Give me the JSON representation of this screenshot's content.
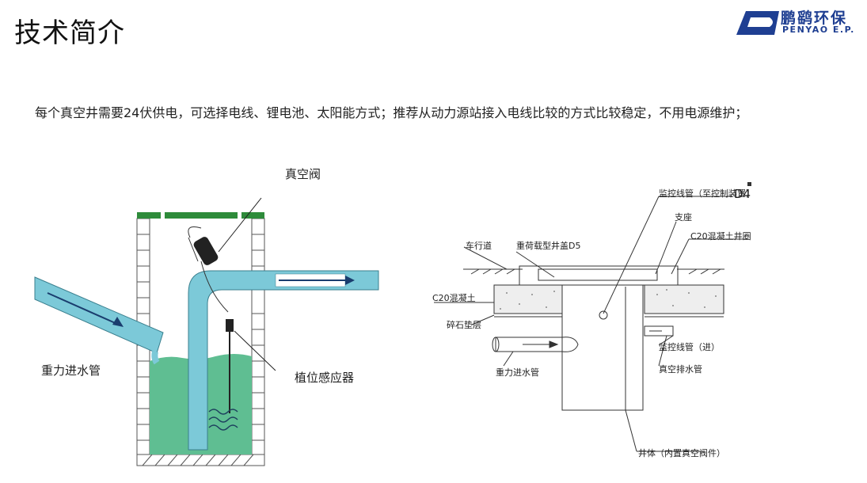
{
  "page": {
    "title": "技术简介",
    "description": "每个真空井需要24伏供电，可选择电线、锂电池、太阳能方式；推荐从动力源站接入电线比较的方式比较稳定，不用电源维护；"
  },
  "logo": {
    "name_cn": "鹏鹞环保",
    "name_en": "PENYAO E.P."
  },
  "left_diagram": {
    "label_valve": "真空阀",
    "label_inlet": "重力进水管",
    "label_sensor": "植位感应器"
  },
  "right_diagram": {
    "label_monitor_pipe": "监控线管（至控制装置）",
    "label_d4": "D4",
    "label_support": "支座",
    "label_lane": "车行道",
    "label_cover": "重荷载型井盖D5",
    "label_c20_ring": "C20混凝土井圈",
    "label_c20": "C20混凝土",
    "label_gravel": "碎石垫层",
    "label_monitor_in": "监控线管（进）",
    "label_gravity_pipe": "重力进水管",
    "label_vacuum_pipe": "真空排水管",
    "label_well": "井体（内置真空阀件）"
  },
  "colors": {
    "water": "#5fbe92",
    "pipe": "#7cc9d8",
    "brand": "#1f3f92"
  }
}
